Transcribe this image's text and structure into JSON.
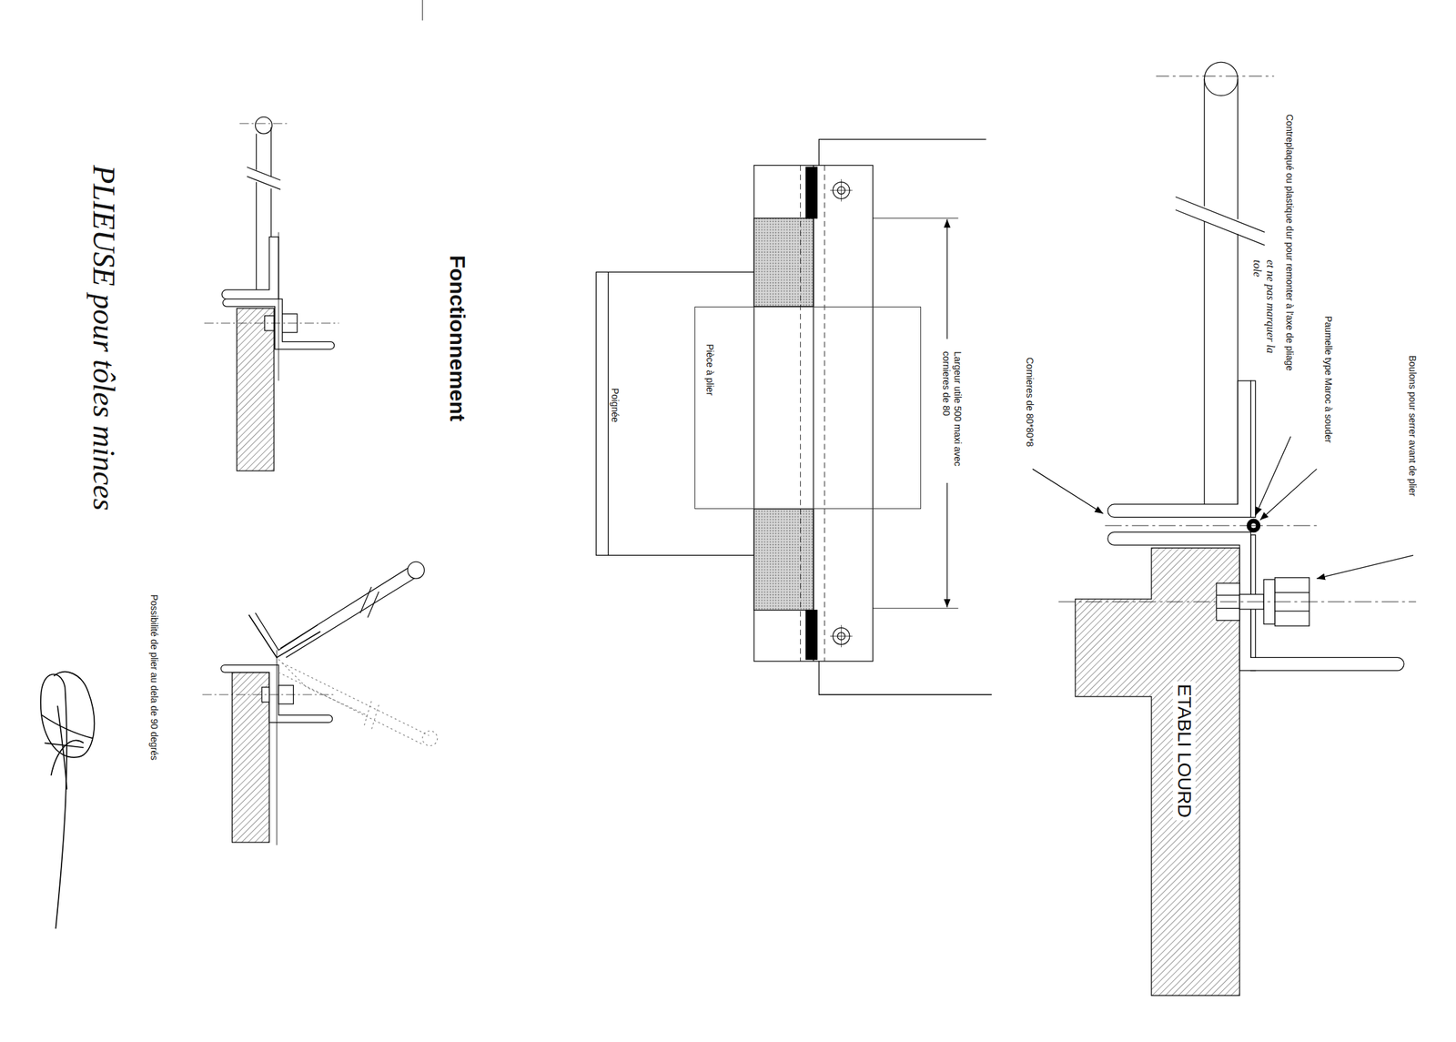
{
  "diagram": {
    "title": "PLIEUSE pour tôles minces",
    "nodes": [
      {
        "text": [
          "Pièce à plier"
        ]
      }
    ],
    "labels": [
      "Boulons pour serrer avant de plier",
      "Paumelle type Maroc à souder",
      "Contreplaqué ou plastique dur pour remonter à l'axe de pliage",
      "et ne pas marquer la tole",
      "Cornieres de 80*80*8",
      "ETABLI LOURD",
      "Largeur utile 500 maxi avec cornieres de 80",
      "Poignée",
      "Fonctionnement",
      "Possibilité de plier au dela de 90 degrés"
    ]
  }
}
